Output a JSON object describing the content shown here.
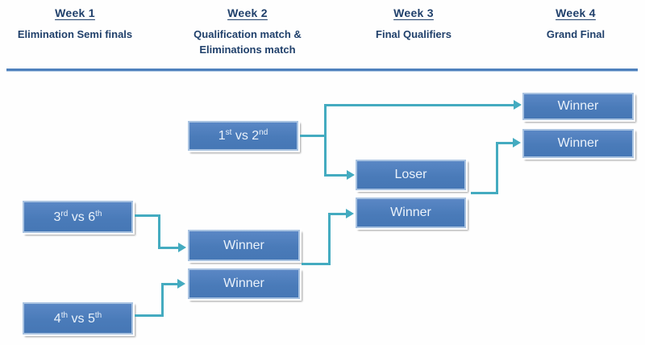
{
  "header": {
    "columns": [
      {
        "week": "Week 1",
        "subtitle_line1": "Elimination Semi finals",
        "subtitle_line2": ""
      },
      {
        "week": "Week 2",
        "subtitle_line1": "Qualification match &",
        "subtitle_line2": "Eliminations match"
      },
      {
        "week": "Week 3",
        "subtitle_line1": "Final Qualifiers",
        "subtitle_line2": ""
      },
      {
        "week": "Week 4",
        "subtitle_line1": "Grand Final",
        "subtitle_line2": ""
      }
    ]
  },
  "boxes": {
    "qualification_match": {
      "a": "1",
      "a_sup": "st",
      "vs": " vs ",
      "b": "2",
      "b_sup": "nd"
    },
    "semi_final_top": {
      "a": "3",
      "a_sup": "rd",
      "vs": " vs ",
      "b": "6",
      "b_sup": "th"
    },
    "semi_final_bottom": {
      "a": "4",
      "a_sup": "th",
      "vs": " vs ",
      "b": "5",
      "b_sup": "th"
    },
    "week2_winner_top": "Winner",
    "week2_winner_bottom": "Winner",
    "week3_loser": "Loser",
    "week3_winner": "Winner",
    "week4_winner_top": "Winner",
    "week4_winner_bottom": "Winner"
  },
  "colors": {
    "header-text": "#20406b",
    "divider": "#4f81bd",
    "box-fill": "#4a7bb9",
    "box-border": "#a9c3e1",
    "box-text": "#eaf2fb",
    "connector": "#44abc0"
  }
}
